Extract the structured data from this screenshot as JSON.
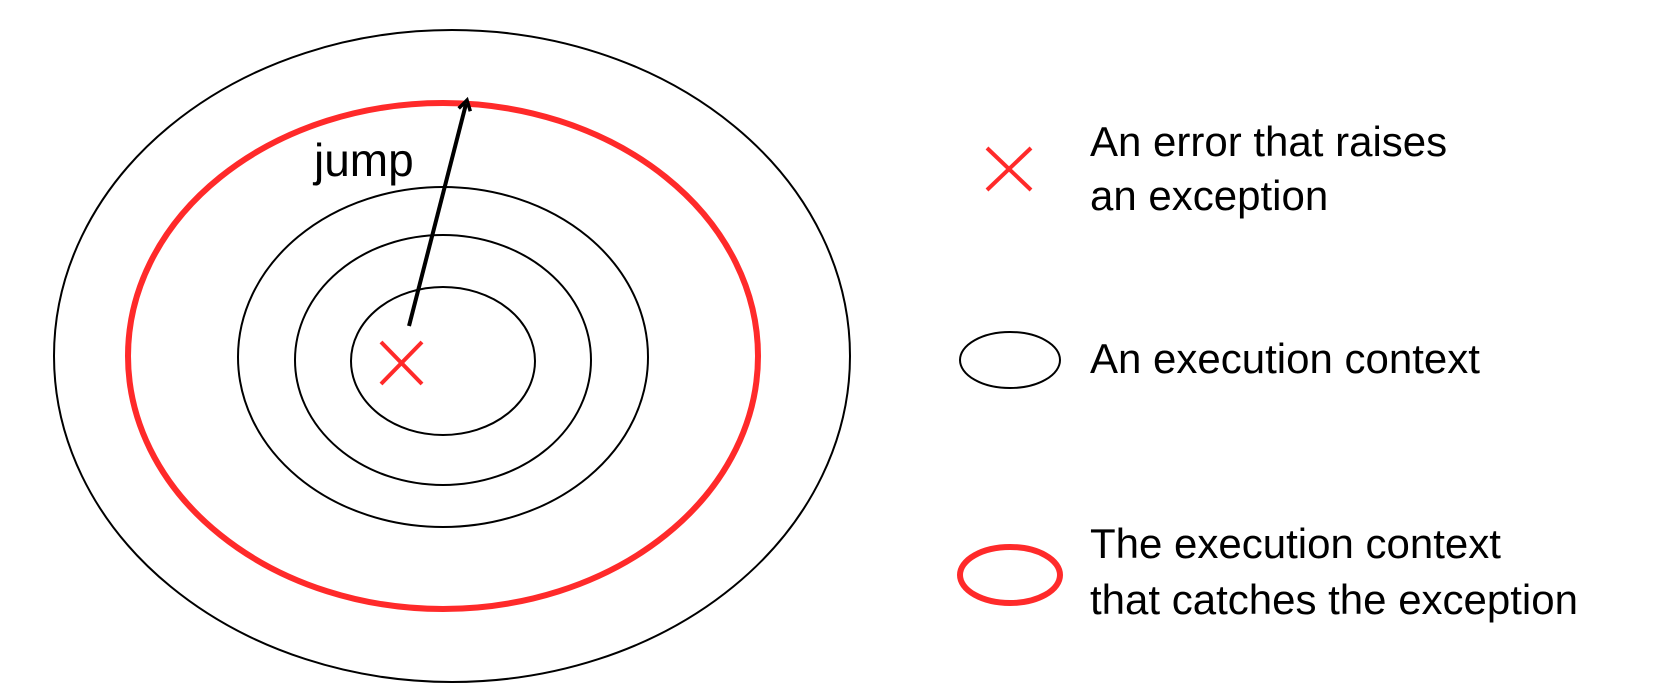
{
  "diagram": {
    "jump_label": "jump",
    "colors": {
      "error_mark": "#ff2a2a",
      "catching_context": "#ff2a2a",
      "context_outline": "#000000",
      "arrow": "#000000"
    },
    "nesting": {
      "context_count": 5,
      "catching_context_level": 4,
      "error_in_innermost": true
    }
  },
  "legend": {
    "items": [
      {
        "icon": "red-x-icon",
        "lines": [
          "An error that raises",
          "an exception"
        ]
      },
      {
        "icon": "black-ellipse-icon",
        "lines": [
          "An execution context"
        ]
      },
      {
        "icon": "red-ellipse-icon",
        "lines": [
          "The execution context",
          "that catches the exception"
        ]
      }
    ]
  }
}
